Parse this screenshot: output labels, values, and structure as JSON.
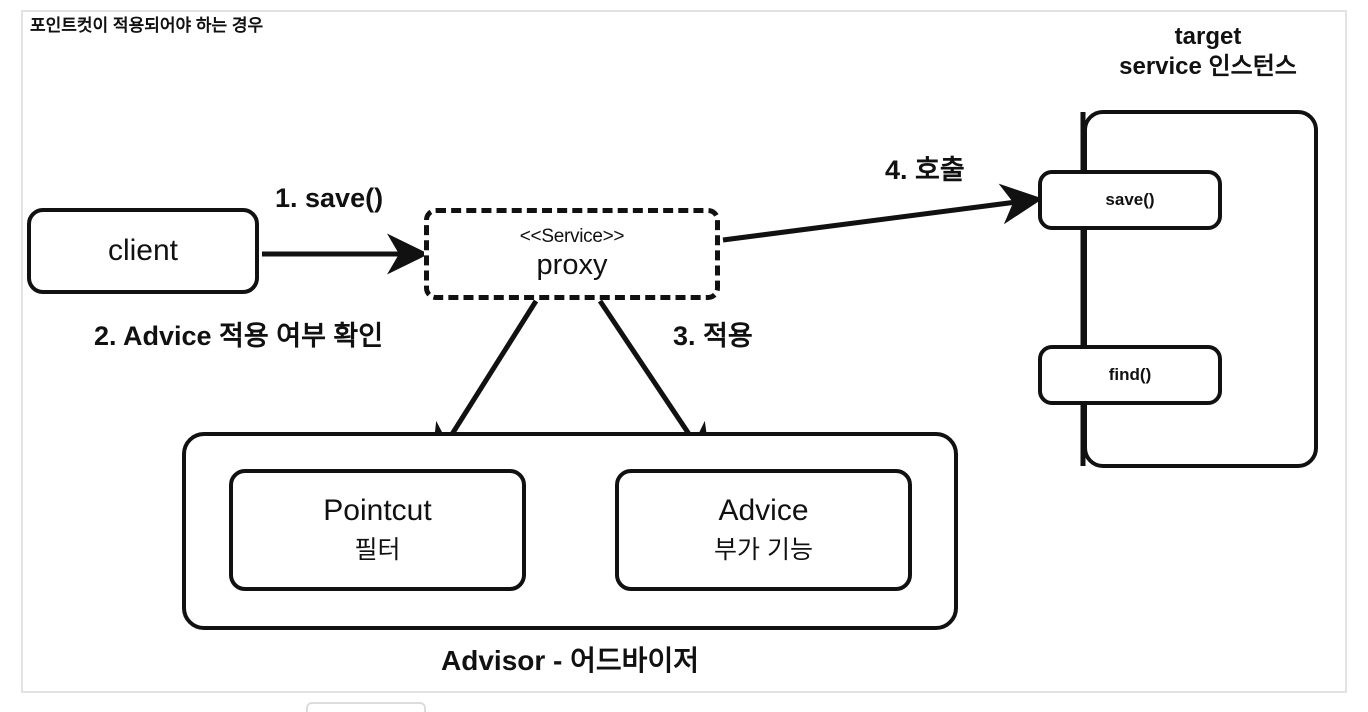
{
  "diagram": {
    "title": "포인트컷이 적용되어야 하는 경우",
    "target_caption": "target\nservice 인스턴스",
    "advisor_caption": "Advisor - 어드바이저"
  },
  "nodes": {
    "client": {
      "label": "client"
    },
    "proxy": {
      "stereotype": "<<Service>>",
      "name": "proxy"
    },
    "pointcut": {
      "title": "Pointcut",
      "subtitle": "필터"
    },
    "advice": {
      "title": "Advice",
      "subtitle": "부가 기능"
    },
    "target_methods": [
      {
        "label": "save()"
      },
      {
        "label": "find()"
      }
    ]
  },
  "steps": [
    {
      "id": "step-1",
      "label": "1. save()"
    },
    {
      "id": "step-2",
      "label": "2. Advice 적용 여부 확인"
    },
    {
      "id": "step-3",
      "label": "3. 적용"
    },
    {
      "id": "step-4",
      "label": "4. 호출"
    }
  ],
  "colors": {
    "stroke": "#111111",
    "frame": "#e2e2e2",
    "background": "#ffffff"
  }
}
